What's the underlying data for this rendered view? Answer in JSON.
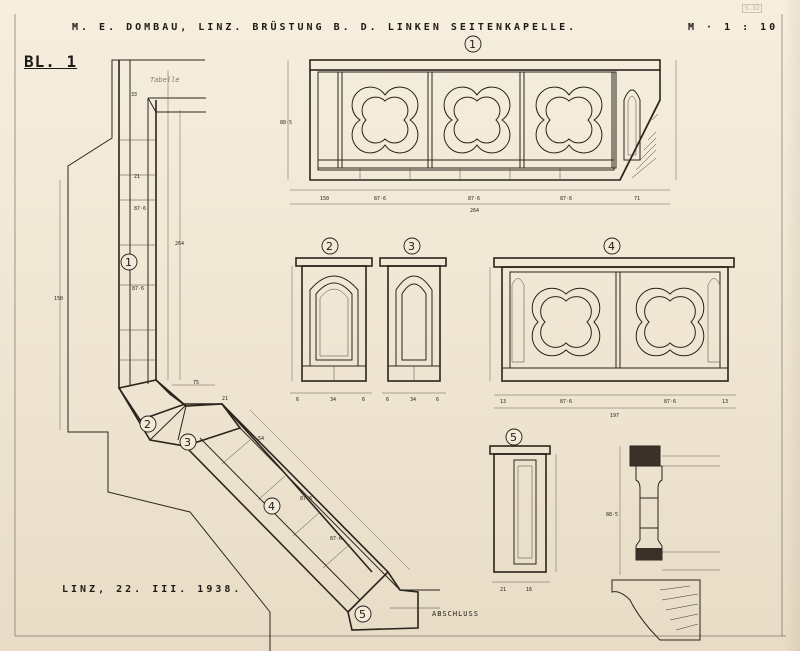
{
  "header": {
    "title": "M. E. DOMBAU, LINZ. BRÜSTUNG B. D. LINKEN SEITENKAPELLE.",
    "scale": "M · 1 : 10",
    "sheet_id": "BL. 1",
    "corner_mark": "S.32"
  },
  "footer": {
    "date": "LINZ, 22. III. 1938.",
    "stamp": "ABSCHLUSS"
  },
  "annotation": "Tabelle",
  "detail_labels": [
    "1",
    "2",
    "3",
    "4",
    "5"
  ],
  "dimensions": {
    "elevation1_bottom": [
      "150",
      "87·6",
      "87·6",
      "87·6",
      "71"
    ],
    "elevation1_total": "264",
    "elevation1_side": "88·5",
    "elevation2_bottom": [
      "6",
      "34",
      "6"
    ],
    "elevation3_bottom": [
      "6",
      "34",
      "6"
    ],
    "elevation4_bottom": [
      "13",
      "87·6",
      "87·6",
      "13"
    ],
    "elevation4_total": "197",
    "elevation5_bottom": [
      "21",
      "16"
    ],
    "section_side": "88·5",
    "plan_labels": [
      "87·6",
      "21",
      "54",
      "75",
      "87·6"
    ]
  }
}
